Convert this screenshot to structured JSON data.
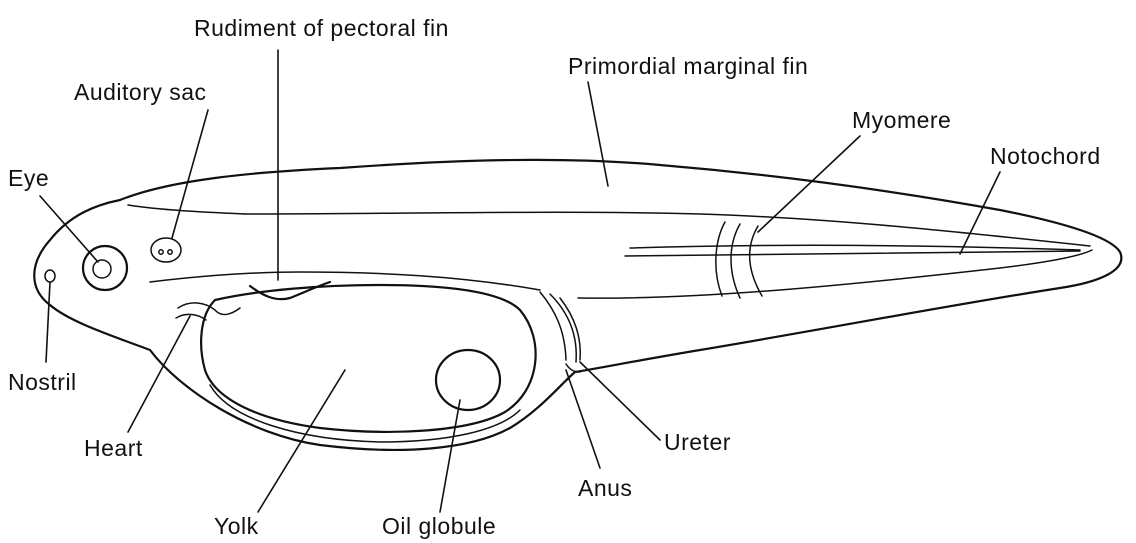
{
  "diagram": {
    "labels": {
      "rudiment_pectoral_fin": "Rudiment of pectoral fin",
      "primordial_marginal_fin": "Primordial marginal fin",
      "auditory_sac": "Auditory sac",
      "myomere": "Myomere",
      "eye": "Eye",
      "notochord": "Notochord",
      "nostril": "Nostril",
      "heart": "Heart",
      "ureter": "Ureter",
      "anus": "Anus",
      "yolk": "Yolk",
      "oil_globule": "Oil globule"
    },
    "colors": {
      "ink": "#111111",
      "background": "#ffffff"
    }
  }
}
